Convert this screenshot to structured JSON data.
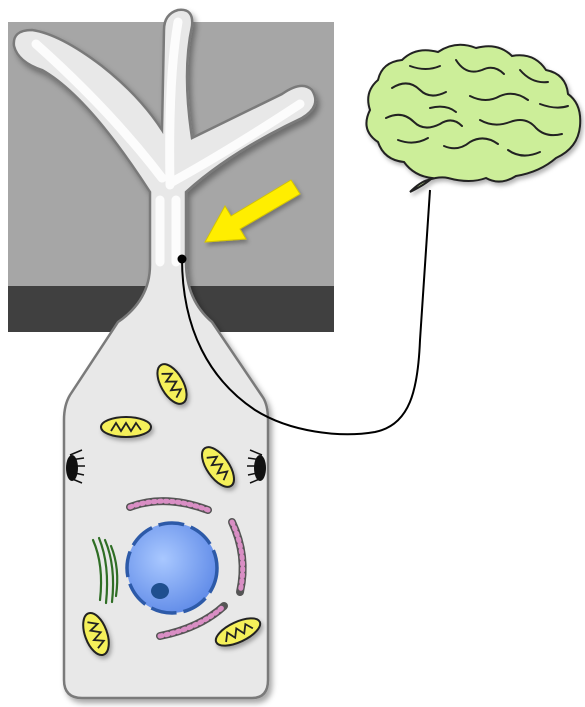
{
  "diagram": {
    "colors": {
      "background": "#ffffff",
      "epithelium_upper": "#a6a6a6",
      "epithelium_base": "#404040",
      "cell_body": "#e6e6e6",
      "cell_outline": "#808080",
      "mitochondria": "#f5f05a",
      "nucleus": "#6f9bf0",
      "nucleolus": "#1f5a99",
      "er": "#d98ec4",
      "golgi": "#3a7d2c",
      "brain": "#ccee99",
      "arrow": "#ffee00",
      "nerve": "#000000"
    },
    "elements": {
      "epithelium": "epithelium",
      "cell": "cell",
      "brain": "brain",
      "arrow": "arrow",
      "nerve": "nerve-fiber"
    }
  }
}
